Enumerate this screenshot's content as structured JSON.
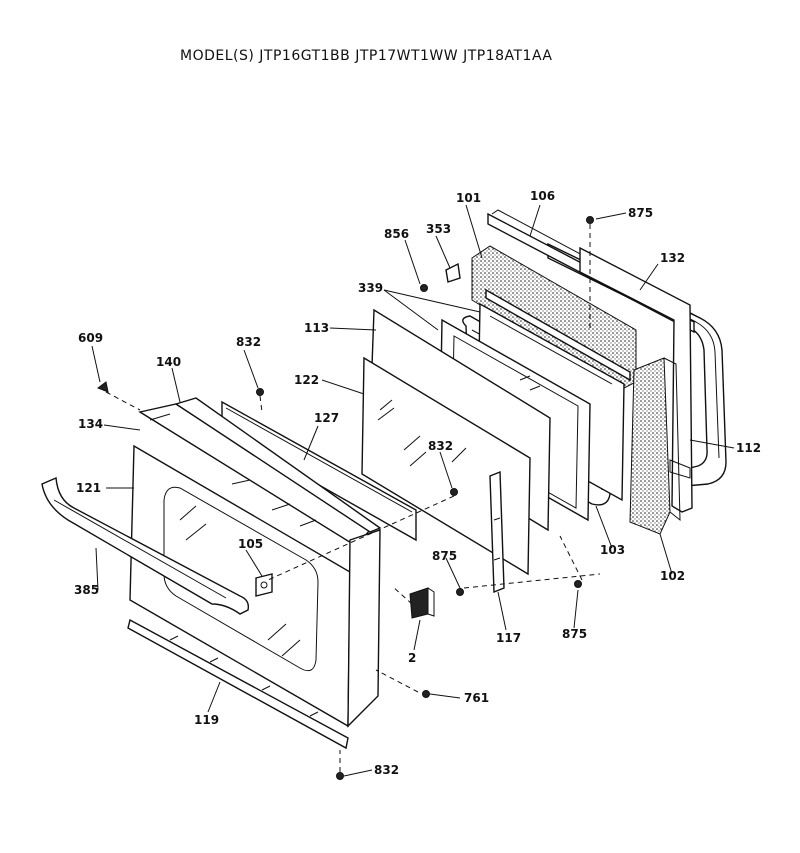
{
  "header": {
    "title": "MODEL(S) JTP16GT1BB  JTP17WT1WW  JTP18AT1AA"
  },
  "part_labels": {
    "p875_top": "875",
    "p106": "106",
    "p101": "101",
    "p856": "856",
    "p353": "353",
    "p132": "132",
    "p339": "339",
    "p113": "113",
    "p609": "609",
    "p140": "140",
    "p832_a": "832",
    "p122": "122",
    "p134": "134",
    "p127": "127",
    "p832_b": "832",
    "p112": "112",
    "p121": "121",
    "p105": "105",
    "p385": "385",
    "p875_mid": "875",
    "p103": "103",
    "p102": "102",
    "p117": "117",
    "p875_low": "875",
    "p2": "2",
    "p761": "761",
    "p119": "119",
    "p832_c": "832"
  }
}
